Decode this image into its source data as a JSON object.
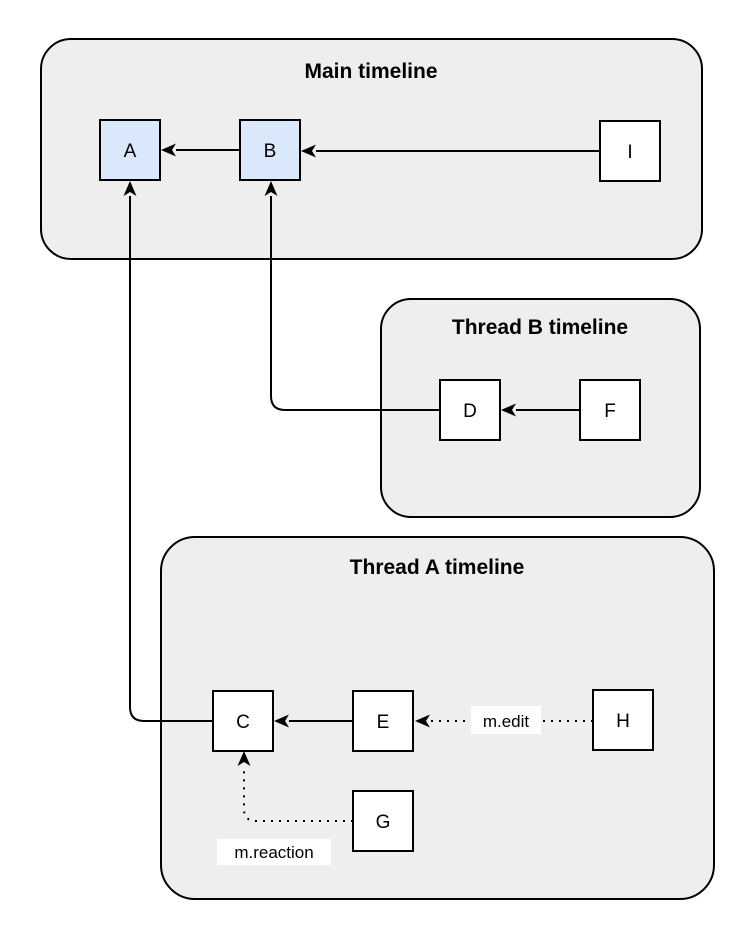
{
  "colors": {
    "container_fill": "#eeeeee",
    "node_fill": "#ffffff",
    "highlighted_node_fill": "#dae8fc",
    "stroke": "#000000"
  },
  "containers": {
    "main": {
      "title": "Main timeline"
    },
    "thread_b": {
      "title": "Thread B timeline"
    },
    "thread_a": {
      "title": "Thread A timeline"
    }
  },
  "nodes": {
    "a": {
      "label": "A",
      "container": "main",
      "highlighted": true
    },
    "b": {
      "label": "B",
      "container": "main",
      "highlighted": true
    },
    "i": {
      "label": "I",
      "container": "main",
      "highlighted": false
    },
    "d": {
      "label": "D",
      "container": "thread_b",
      "highlighted": false
    },
    "f": {
      "label": "F",
      "container": "thread_b",
      "highlighted": false
    },
    "c": {
      "label": "C",
      "container": "thread_a",
      "highlighted": false
    },
    "e": {
      "label": "E",
      "container": "thread_a",
      "highlighted": false
    },
    "h": {
      "label": "H",
      "container": "thread_a",
      "highlighted": false
    },
    "g": {
      "label": "G",
      "container": "thread_a",
      "highlighted": false
    }
  },
  "edges": {
    "b_to_a": {
      "from": "B",
      "to": "A",
      "style": "solid",
      "label": ""
    },
    "i_to_b": {
      "from": "I",
      "to": "B",
      "style": "solid",
      "label": ""
    },
    "f_to_d": {
      "from": "F",
      "to": "D",
      "style": "solid",
      "label": ""
    },
    "d_to_b": {
      "from": "D",
      "to": "B",
      "style": "solid",
      "label": ""
    },
    "e_to_c": {
      "from": "E",
      "to": "C",
      "style": "solid",
      "label": ""
    },
    "c_to_a": {
      "from": "C",
      "to": "A",
      "style": "solid",
      "label": ""
    },
    "h_to_e": {
      "from": "H",
      "to": "E",
      "style": "dotted",
      "label": "m.edit"
    },
    "g_to_c": {
      "from": "G",
      "to": "C",
      "style": "dotted",
      "label": "m.reaction"
    }
  }
}
